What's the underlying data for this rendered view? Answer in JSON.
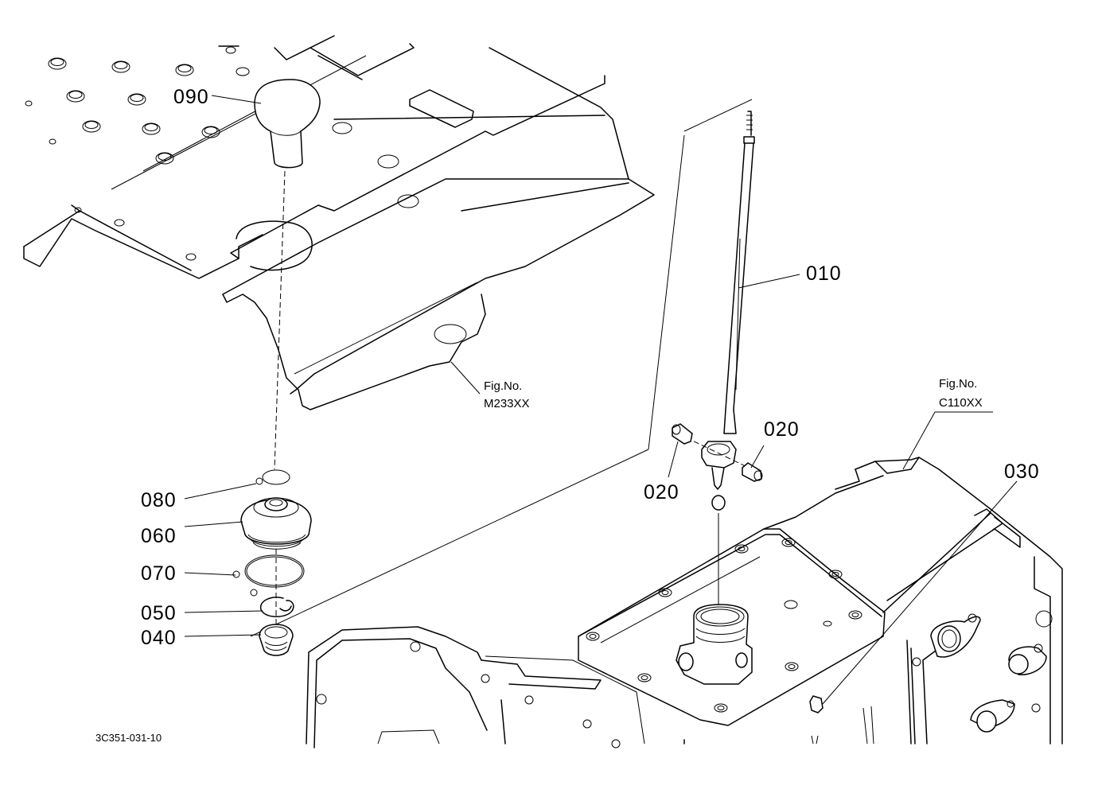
{
  "labels": {
    "p010": "010",
    "p020a": "020",
    "p020b": "020",
    "p030": "030",
    "p040": "040",
    "p050": "050",
    "p060": "060",
    "p070": "070",
    "p080": "080",
    "p090": "090"
  },
  "figrefs": {
    "m233": {
      "line1": "Fig.No.",
      "line2": "M233XX"
    },
    "c110": {
      "line1": "Fig.No.",
      "line2": "C110XX"
    }
  },
  "diagram_code": "3C351-031-10"
}
